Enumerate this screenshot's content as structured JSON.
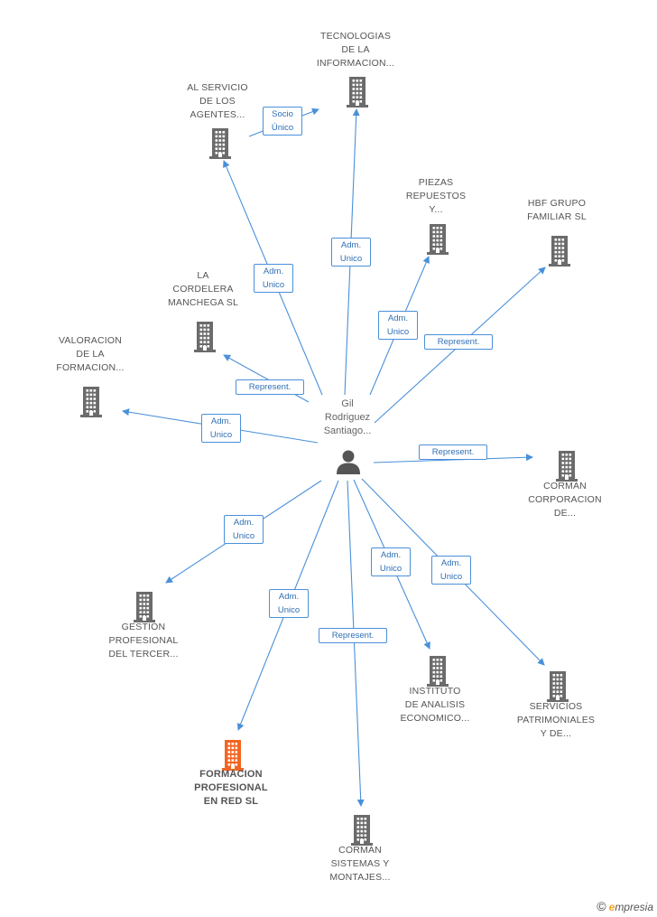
{
  "center": {
    "name_lines": [
      "Gil",
      "Rodriguez",
      "Santiago..."
    ],
    "icon": "person-icon"
  },
  "companies": [
    {
      "id": "tecnologias",
      "lines": [
        "TECNOLOGIAS",
        "DE LA",
        "INFORMACION..."
      ],
      "highlight": false,
      "icon": "building-icon"
    },
    {
      "id": "al-servicio",
      "lines": [
        "AL SERVICIO",
        "DE LOS",
        "AGENTES..."
      ],
      "highlight": false,
      "icon": "building-icon"
    },
    {
      "id": "piezas",
      "lines": [
        "PIEZAS",
        "REPUESTOS",
        "Y..."
      ],
      "highlight": false,
      "icon": "building-icon"
    },
    {
      "id": "hbf",
      "lines": [
        "HBF GRUPO",
        "FAMILIAR SL"
      ],
      "highlight": false,
      "icon": "building-icon"
    },
    {
      "id": "cordelera",
      "lines": [
        "LA",
        "CORDELERA",
        "MANCHEGA SL"
      ],
      "highlight": false,
      "icon": "building-icon"
    },
    {
      "id": "valoracion",
      "lines": [
        "VALORACION",
        "DE LA",
        "FORMACION..."
      ],
      "highlight": false,
      "icon": "building-icon"
    },
    {
      "id": "corman-corp",
      "lines": [
        "CORMAN",
        "CORPORACION",
        "DE..."
      ],
      "highlight": false,
      "icon": "building-icon"
    },
    {
      "id": "gestion",
      "lines": [
        "GESTION",
        "PROFESIONAL",
        "DEL TERCER..."
      ],
      "highlight": false,
      "icon": "building-icon"
    },
    {
      "id": "instituto",
      "lines": [
        "INSTITUTO",
        "DE ANALISIS",
        "ECONOMICO..."
      ],
      "highlight": false,
      "icon": "building-icon"
    },
    {
      "id": "servicios",
      "lines": [
        "SERVICIOS",
        "PATRIMONIALES",
        "Y DE..."
      ],
      "highlight": false,
      "icon": "building-icon"
    },
    {
      "id": "formacion",
      "lines": [
        "FORMACION",
        "PROFESIONAL",
        "EN RED SL"
      ],
      "highlight": true,
      "icon": "building-icon"
    },
    {
      "id": "corman-sist",
      "lines": [
        "CORMAN",
        "SISTEMAS Y",
        "MONTAJES..."
      ],
      "highlight": false,
      "icon": "building-icon"
    }
  ],
  "relations": [
    {
      "id": "socio-unico",
      "from": "al-servicio",
      "to": "tecnologias",
      "lines": [
        "Socio",
        "Único"
      ]
    },
    {
      "id": "adm-tecnologias",
      "from": "center",
      "to": "tecnologias",
      "lines": [
        "Adm.",
        "Unico"
      ]
    },
    {
      "id": "adm-al-servicio",
      "from": "center",
      "to": "al-servicio",
      "lines": [
        "Adm.",
        "Unico"
      ]
    },
    {
      "id": "adm-piezas",
      "from": "center",
      "to": "piezas",
      "lines": [
        "Adm.",
        "Unico"
      ]
    },
    {
      "id": "rep-hbf",
      "from": "center",
      "to": "hbf",
      "lines": [
        "Represent."
      ]
    },
    {
      "id": "rep-cordelera",
      "from": "center",
      "to": "cordelera",
      "lines": [
        "Represent."
      ]
    },
    {
      "id": "adm-valoracion",
      "from": "center",
      "to": "valoracion",
      "lines": [
        "Adm.",
        "Unico"
      ]
    },
    {
      "id": "rep-corman-corp",
      "from": "center",
      "to": "corman-corp",
      "lines": [
        "Represent."
      ]
    },
    {
      "id": "adm-gestion",
      "from": "center",
      "to": "gestion",
      "lines": [
        "Adm.",
        "Unico"
      ]
    },
    {
      "id": "adm-instituto",
      "from": "center",
      "to": "instituto",
      "lines": [
        "Adm.",
        "Unico"
      ]
    },
    {
      "id": "adm-servicios",
      "from": "center",
      "to": "servicios",
      "lines": [
        "Adm.",
        "Unico"
      ]
    },
    {
      "id": "adm-formacion",
      "from": "center",
      "to": "formacion",
      "lines": [
        "Adm.",
        "Unico"
      ]
    },
    {
      "id": "rep-corman-sist",
      "from": "center",
      "to": "corman-sist",
      "lines": [
        "Represent."
      ]
    }
  ],
  "colors": {
    "edge": "#4a90d9",
    "building": "#6b6b6b",
    "building_highlight": "#f26522",
    "person": "#555555"
  },
  "footer": {
    "copyright": "©",
    "brand_first": "e",
    "brand_rest": "mpresia"
  }
}
